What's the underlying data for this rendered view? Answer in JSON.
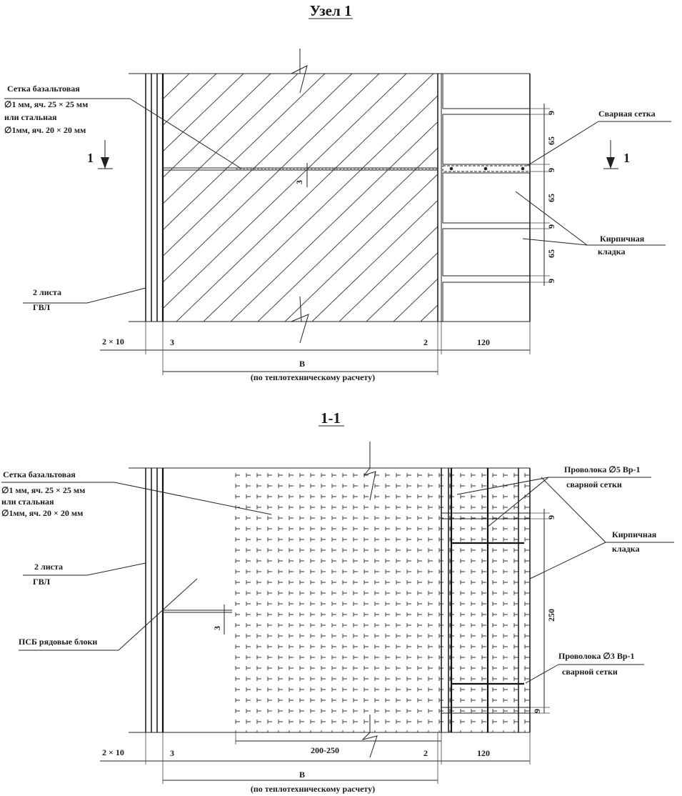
{
  "titles": {
    "top": "Узел 1",
    "bottom": "1-1"
  },
  "top_view": {
    "mesh_label": [
      "Сетка базальтовая",
      "∅1 мм, яч. 25 × 25 мм",
      "или стальная",
      "∅1мм, яч. 20 × 20 мм"
    ],
    "welded_mesh_label": "Сварная сетка",
    "brick_label": [
      "Кирпичная",
      "кладка"
    ],
    "gvl_label": [
      "2 листа",
      "ГВЛ"
    ],
    "section_mark_left": "1",
    "section_mark_right": "1",
    "dim_mesh_gap": "3",
    "vertical_dims": [
      "9",
      "65",
      "9",
      "65",
      "9",
      "65",
      "9"
    ],
    "bottom_dims": {
      "gvl": "2 × 10",
      "gap_left": "3",
      "gap_right": "2",
      "brick": "120",
      "width": "B",
      "width_note": "(по теплотехническому расчету)"
    }
  },
  "section_view": {
    "mesh_label": [
      "Сетка базальтовая",
      "∅1 мм, яч. 25 × 25 мм",
      "или стальная",
      "∅1мм, яч. 20 × 20 мм"
    ],
    "wire5_label": [
      "Проволока ∅5 Вр-1",
      "сварной сетки"
    ],
    "wire3_label": [
      "Проволока ∅3 Вр-1",
      "сварной сетки"
    ],
    "brick_label": [
      "Кирпичная",
      "кладка"
    ],
    "gvl_label": [
      "2 листа",
      "ГВЛ"
    ],
    "psb_label": "ПСБ рядовые блоки",
    "dim_mesh_gap": "3",
    "dim_height": "250",
    "dim_top": "9",
    "dim_bottom": "9",
    "bottom_dims": {
      "gvl": "2 × 10",
      "gap_left": "3",
      "block": "200-250",
      "gap_right": "2",
      "brick": "120",
      "width": "B",
      "width_note": "(по теплотехническому расчету)"
    }
  }
}
